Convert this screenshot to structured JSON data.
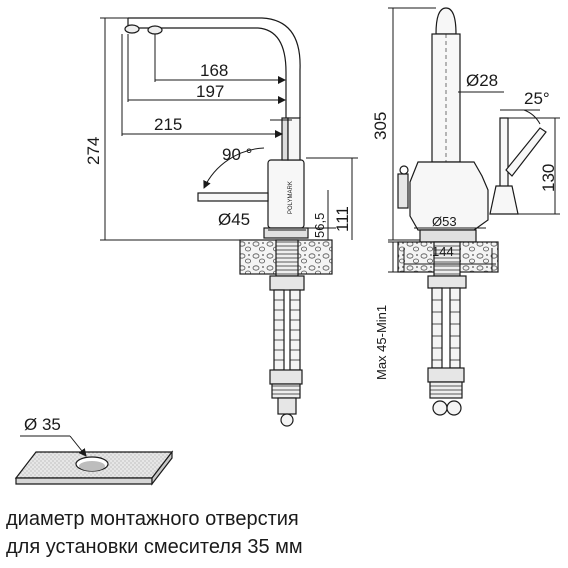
{
  "side_view": {
    "dims": {
      "d168": "168",
      "d197": "197",
      "d215": "215",
      "d274": "274",
      "d90": "90 °",
      "d45": "Ø45",
      "d56": "56,5",
      "d111": "111"
    },
    "brand": "POLYMARK"
  },
  "front_view": {
    "dims": {
      "d305": "305",
      "d28": "Ø28",
      "d25": "25°",
      "d130": "130",
      "d53": "Ø53",
      "d144": "144",
      "dmax": "Max 45-Min1"
    }
  },
  "hole_detail": {
    "label": "Ø 35"
  },
  "caption": {
    "line1": "диаметр монтажного отверстия",
    "line2": "для установки смесителя 35 мм"
  },
  "colors": {
    "line": "#1a1a1a",
    "fill_light": "#eeeeee",
    "fill_mid": "#cfcfcf"
  }
}
